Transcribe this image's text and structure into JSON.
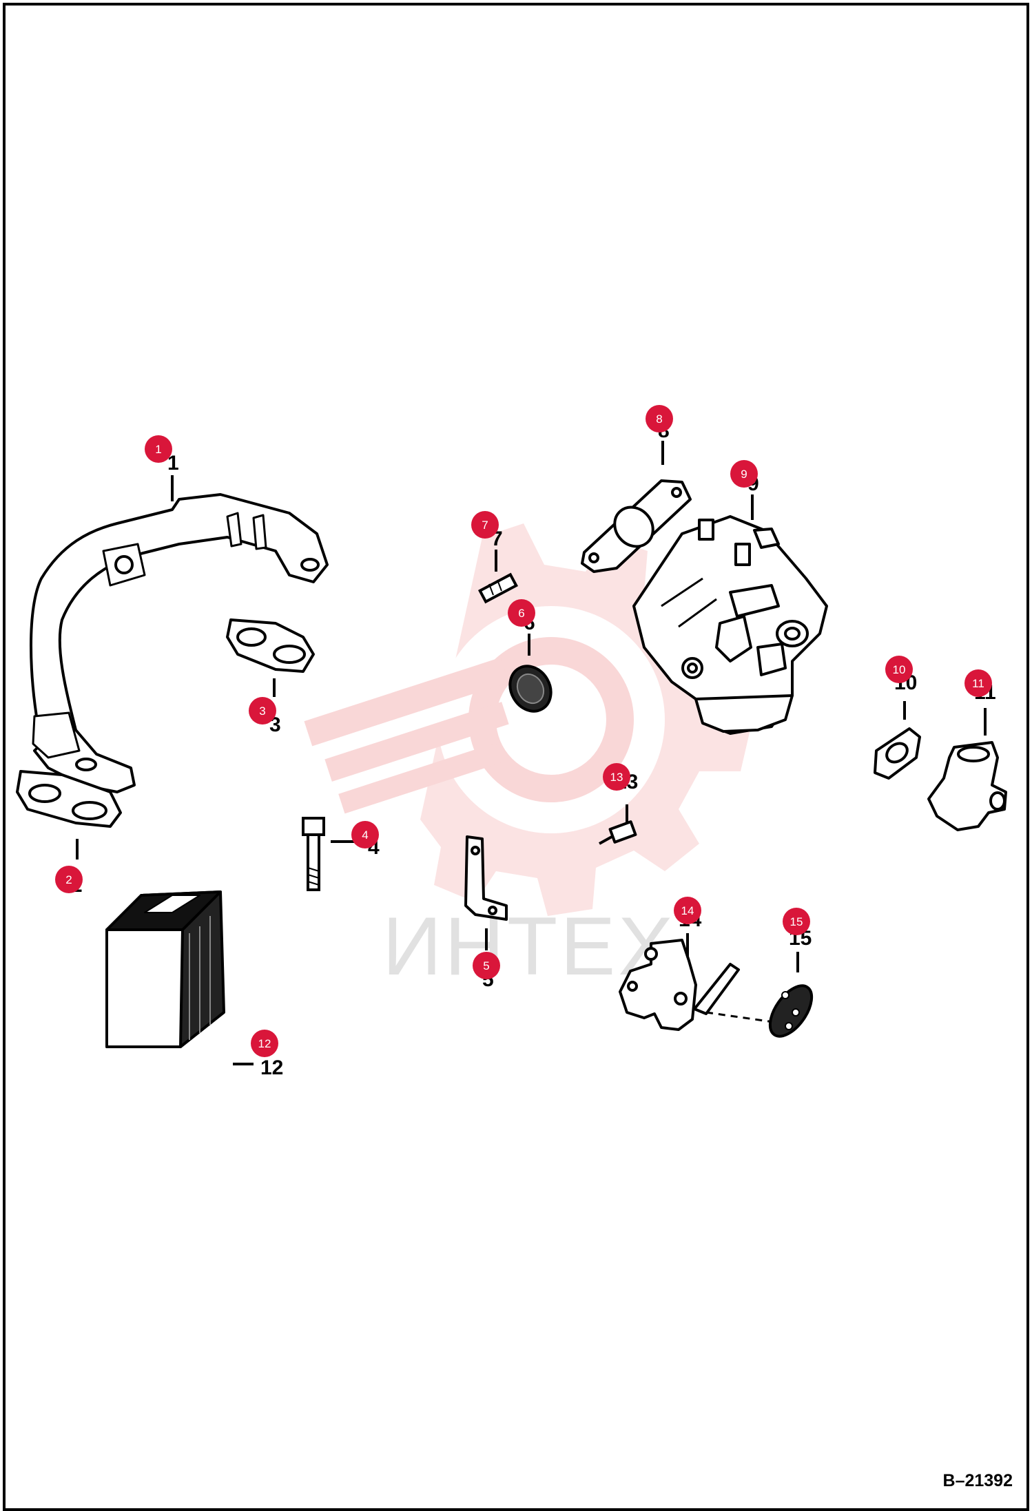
{
  "colors": {
    "badge": "#d9163a",
    "line": "#000000",
    "watermark": "#f4b6b6"
  },
  "watermark": {
    "text": "ИНТЕХ",
    "icon": "gear-wrench-logo"
  },
  "reference": "B–21392",
  "callouts": [
    {
      "badge": "1",
      "label": "1"
    },
    {
      "badge": "2",
      "label": "2"
    },
    {
      "badge": "3",
      "label": "3"
    },
    {
      "badge": "4",
      "label": "4"
    },
    {
      "badge": "5",
      "label": "5"
    },
    {
      "badge": "6",
      "label": "6"
    },
    {
      "badge": "7",
      "label": "7"
    },
    {
      "badge": "8",
      "label": "8"
    },
    {
      "badge": "9",
      "label": "9"
    },
    {
      "badge": "10",
      "label": "10"
    },
    {
      "badge": "11",
      "label": "11"
    },
    {
      "badge": "12",
      "label": "12"
    },
    {
      "badge": "13",
      "label": "13"
    },
    {
      "badge": "14",
      "label": "14"
    },
    {
      "badge": "15",
      "label": "15"
    }
  ]
}
